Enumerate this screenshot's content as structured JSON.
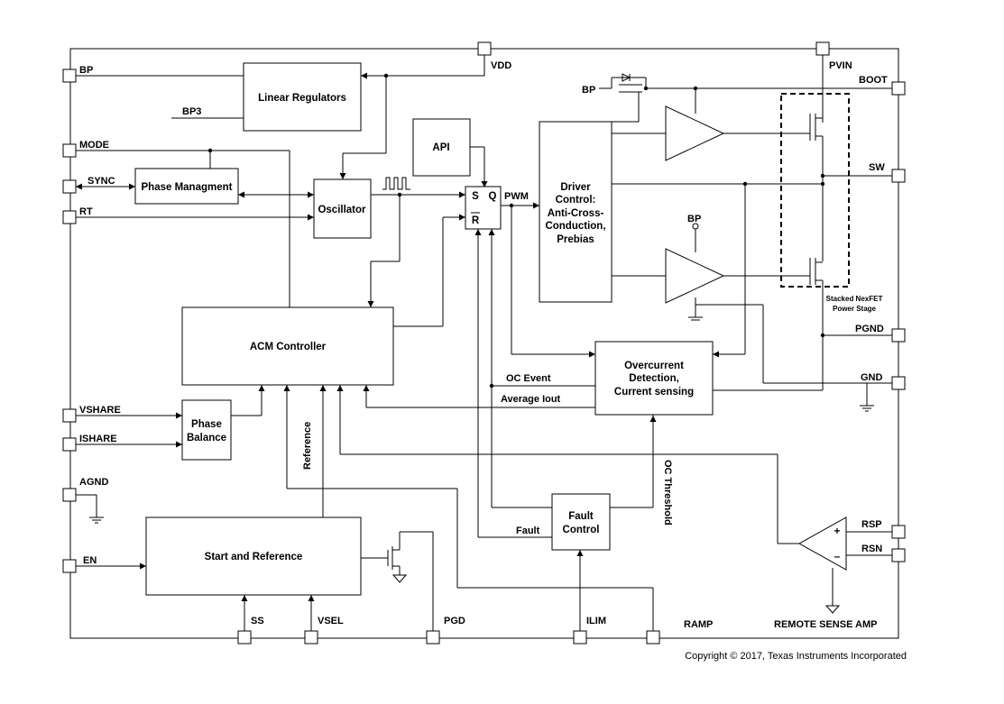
{
  "pins": {
    "bp": "BP",
    "bp3": "BP3",
    "mode": "MODE",
    "sync": "SYNC",
    "rt": "RT",
    "vshare": "VSHARE",
    "ishare": "ISHARE",
    "agnd": "AGND",
    "en": "EN",
    "ss": "SS",
    "vsel": "VSEL",
    "pgd": "PGD",
    "ilim": "ILIM",
    "ramp": "RAMP",
    "vdd": "VDD",
    "pvin": "PVIN",
    "boot": "BOOT",
    "sw": "SW",
    "pgnd": "PGND",
    "gnd": "GND",
    "rsp": "RSP",
    "rsn": "RSN",
    "bp_driver": "BP",
    "bp_lowside": "BP"
  },
  "blocks": {
    "linear_regulators": "Linear Regulators",
    "phase_management": "Phase Managment",
    "oscillator": "Oscillator",
    "api": "API",
    "driver": [
      "Driver",
      "Control:",
      "Anti-Cross-",
      "Conduction,",
      "Prebias"
    ],
    "acm_controller": "ACM Controller",
    "phase_balance": [
      "Phase",
      "Balance"
    ],
    "overcurrent": [
      "Overcurrent",
      "Detection,",
      "Current sensing"
    ],
    "fault_control": [
      "Fault",
      "Control"
    ],
    "start_reference": "Start and Reference",
    "remote_sense_amp": "REMOTE SENSE AMP"
  },
  "latch": {
    "s": "S",
    "q": "Q",
    "r": "R"
  },
  "signals": {
    "pwm": "PWM",
    "oc_event": "OC Event",
    "average_iout": "Average Iout",
    "reference": "Reference",
    "fault": "Fault",
    "oc_threshold": "OC Threshold",
    "amp_plus": "+",
    "amp_minus": "–"
  },
  "power_stage": [
    "Stacked NexFET",
    "Power Stage"
  ],
  "copyright": "Copyright © 2017, Texas Instruments Incorporated"
}
